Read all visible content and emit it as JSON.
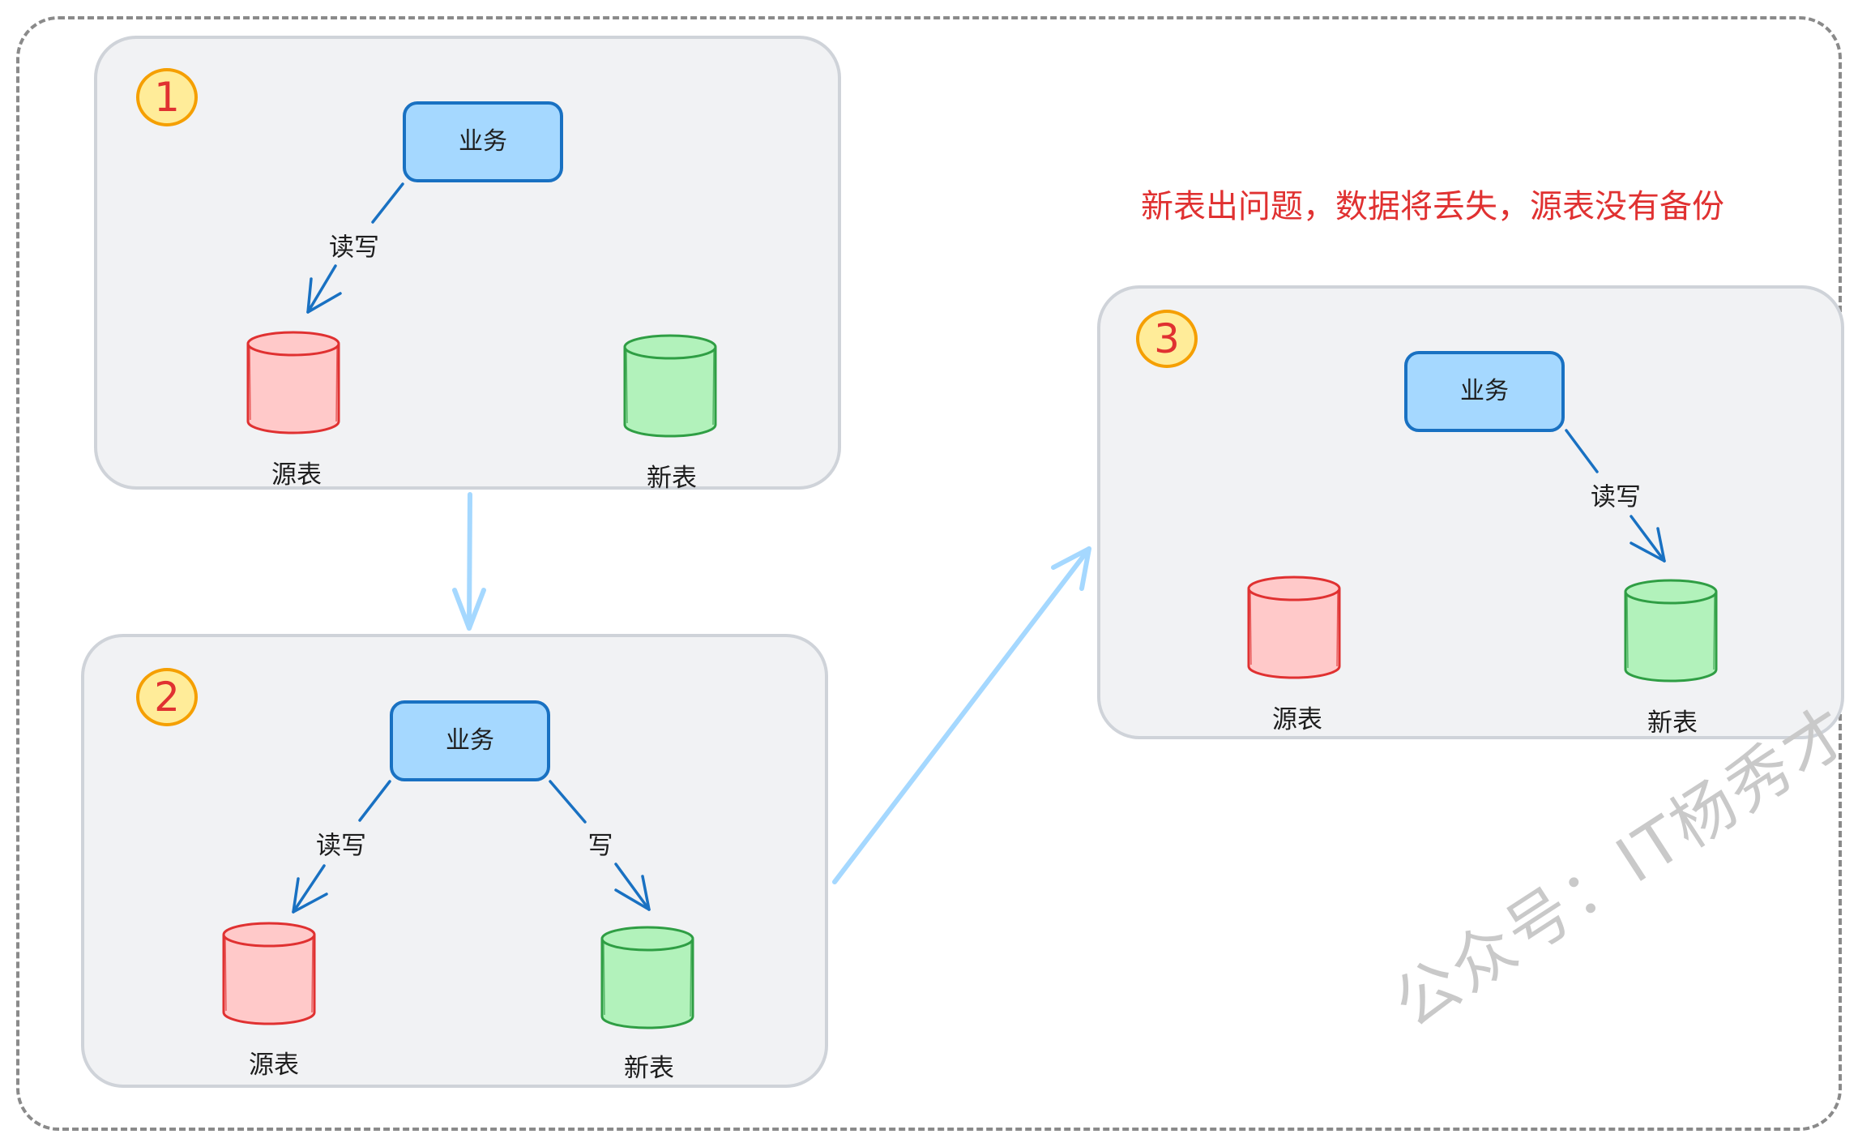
{
  "note": "新表出问题，数据将丢失，源表没有备份",
  "watermark": "公众号：IT杨秀才",
  "colors": {
    "badge_fill": "#ffec99",
    "badge_stroke": "#f59f00",
    "badge_text": "#e03131",
    "biz_fill": "#a5d8ff",
    "biz_stroke": "#1971c2",
    "source_fill": "#ffc9c9",
    "source_stroke": "#e03131",
    "new_fill": "#b2f2bb",
    "new_stroke": "#2f9e44",
    "flow_arrow": "#a5d8ff",
    "edge_arrow": "#1971c2",
    "note": "#e03131"
  },
  "panels": [
    {
      "step": "1",
      "business": "业务",
      "source_table": "源表",
      "new_table": "新表",
      "edges": [
        {
          "label": "读写",
          "target": "source"
        }
      ]
    },
    {
      "step": "2",
      "business": "业务",
      "source_table": "源表",
      "new_table": "新表",
      "edges": [
        {
          "label": "读写",
          "target": "source"
        },
        {
          "label": "写",
          "target": "new"
        }
      ]
    },
    {
      "step": "3",
      "business": "业务",
      "source_table": "源表",
      "new_table": "新表",
      "edges": [
        {
          "label": "读写",
          "target": "new"
        }
      ]
    }
  ]
}
